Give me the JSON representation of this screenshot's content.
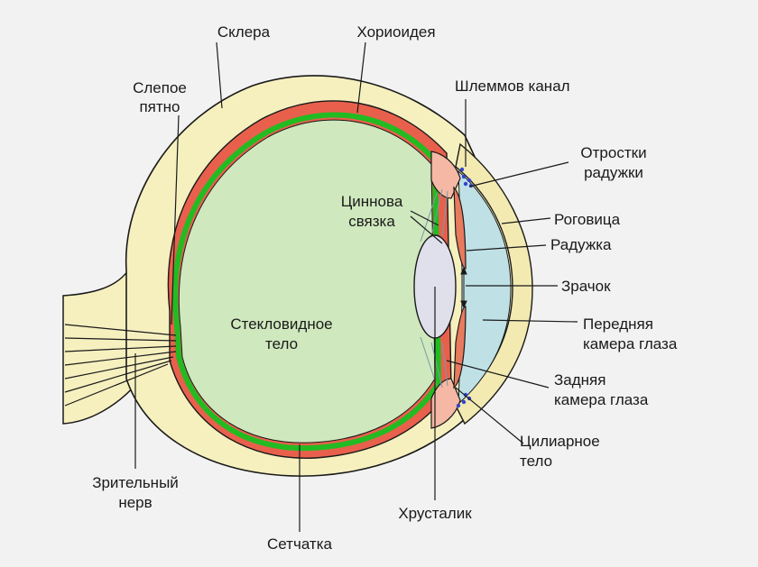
{
  "labels": {
    "sclera": "Склера",
    "choroid": "Хориоидея",
    "blind_spot": [
      "Слепое",
      "пятно"
    ],
    "schlemm_canal": "Шлеммов канал",
    "ciliary_processes": [
      "Отростки",
      "радужки"
    ],
    "zonule": [
      "Циннова",
      "связка"
    ],
    "cornea": "Роговица",
    "iris": "Радужка",
    "pupil": "Зрачок",
    "vitreous": [
      "Стекловидное",
      "тело"
    ],
    "anterior_chamber": [
      "Передняя",
      "камера глаза"
    ],
    "posterior_chamber": [
      "Задняя",
      "камера глаза"
    ],
    "ciliary_body": [
      "Цилиарное",
      "тело"
    ],
    "optic_nerve": [
      "Зрительный",
      "нерв"
    ],
    "lens": "Хрусталик",
    "retina": "Сетчатка"
  },
  "colors": {
    "background": "#f2f2f2",
    "sclera": "#f6f0bf",
    "choroid": "#e8604c",
    "retina": "#22bb22",
    "vitreous": "#cfe8be",
    "anterior_chamber": "#bfe1e6",
    "cornea": "#f3eab2",
    "iris": "#e87a5e",
    "ciliary": "#f4b8a4",
    "lens": "#dfe0ec",
    "canal_dots": "#3344cc",
    "outline": "#1a1a1a"
  }
}
